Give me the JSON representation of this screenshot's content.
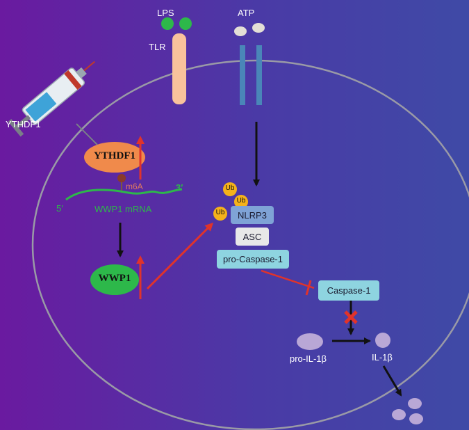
{
  "labels": {
    "lps": "LPS",
    "atp": "ATP",
    "tlr": "TLR",
    "ythdf1_injection": "YTHDF1",
    "ythdf1_node": "YTHDF1",
    "m6a": "m6A",
    "five_prime": "5′",
    "three_prime": "3′",
    "mrna": "WWP1 mRNA",
    "wwp1_node": "WWP1",
    "ub": "Ub",
    "nlrp3": "NLRP3",
    "asc": "ASC",
    "pro_caspase": "pro-Caspase-1",
    "caspase": "Caspase-1",
    "pro_il1b": "pro-IL-1β",
    "il1b": "IL-1β"
  },
  "colors": {
    "ythdf1_node": "#f08a4b",
    "wwp1_node": "#2db84a",
    "lps": "#2db84a",
    "tlr": "#f9c29c",
    "atp_channel": "#4a86b8",
    "nlrp3": "#7fa3d6",
    "asc": "#e8e8e8",
    "caspase": "#8ed4e0",
    "ub": "#f5b21a",
    "red_arrow": "#e0332b",
    "il_particles": "#b9a7d6",
    "mrna_text": "#2db84a",
    "m6a_text": "#e07a5f"
  }
}
